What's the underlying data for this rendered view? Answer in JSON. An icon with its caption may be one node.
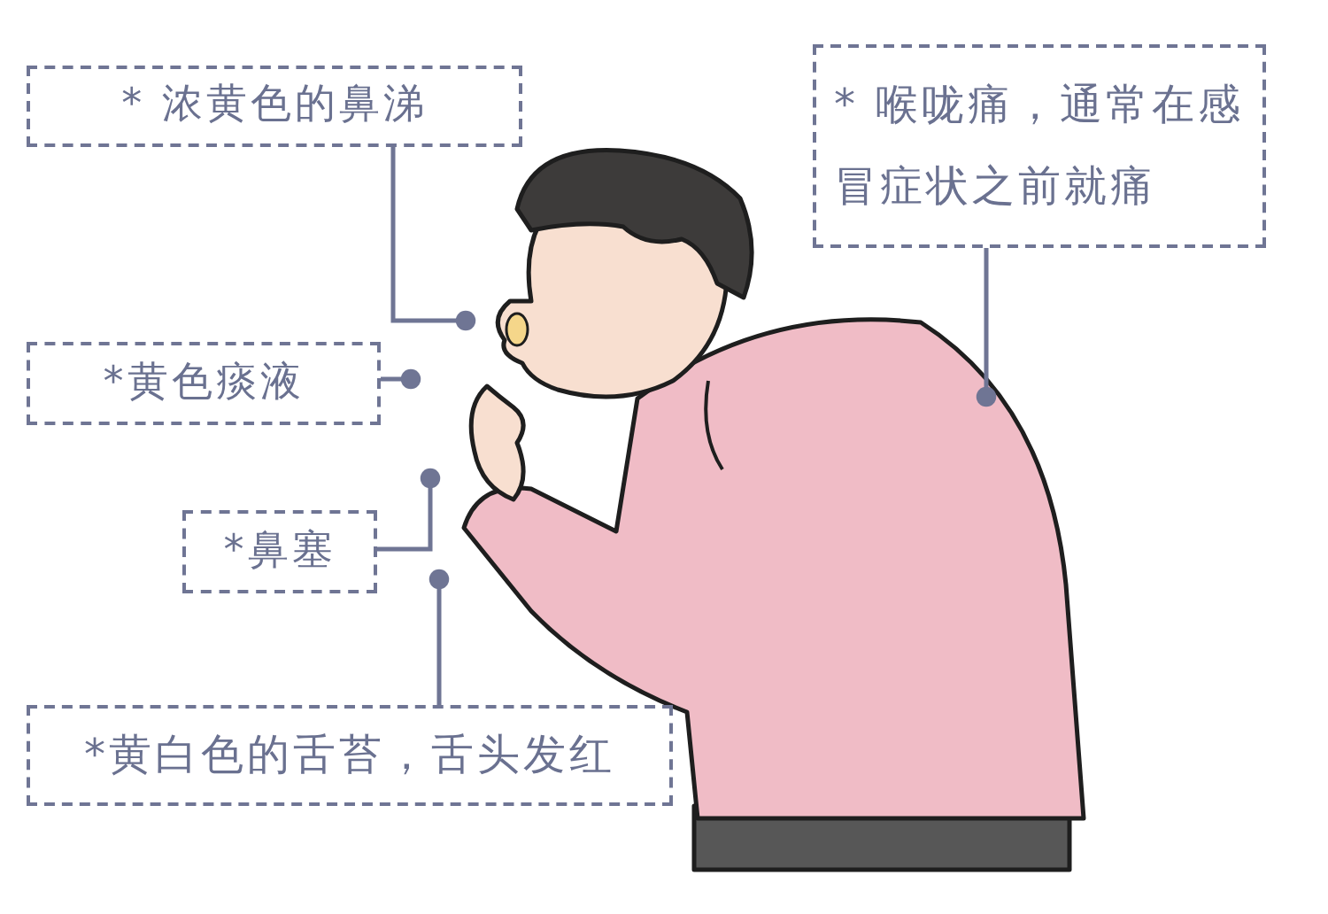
{
  "diagram": {
    "nodes": [
      {
        "text": [
          "* 浓黄色的鼻涕"
        ]
      },
      {
        "text": [
          "* 喉咙痛，通常在感冒症状之前就痛"
        ]
      },
      {
        "text": [
          "*黄色痰液"
        ]
      },
      {
        "text": [
          "*鼻塞"
        ]
      },
      {
        "text": [
          "*黄白色的舌苔，舌头发红"
        ]
      }
    ],
    "edges": [
      {
        "from": 0,
        "to": null,
        "arrow": "other"
      },
      {
        "from": 1,
        "to": null,
        "arrow": "other"
      },
      {
        "from": 2,
        "to": null,
        "arrow": "other"
      },
      {
        "from": 3,
        "to": null,
        "arrow": "other"
      },
      {
        "from": 4,
        "to": null,
        "arrow": "other"
      }
    ]
  }
}
